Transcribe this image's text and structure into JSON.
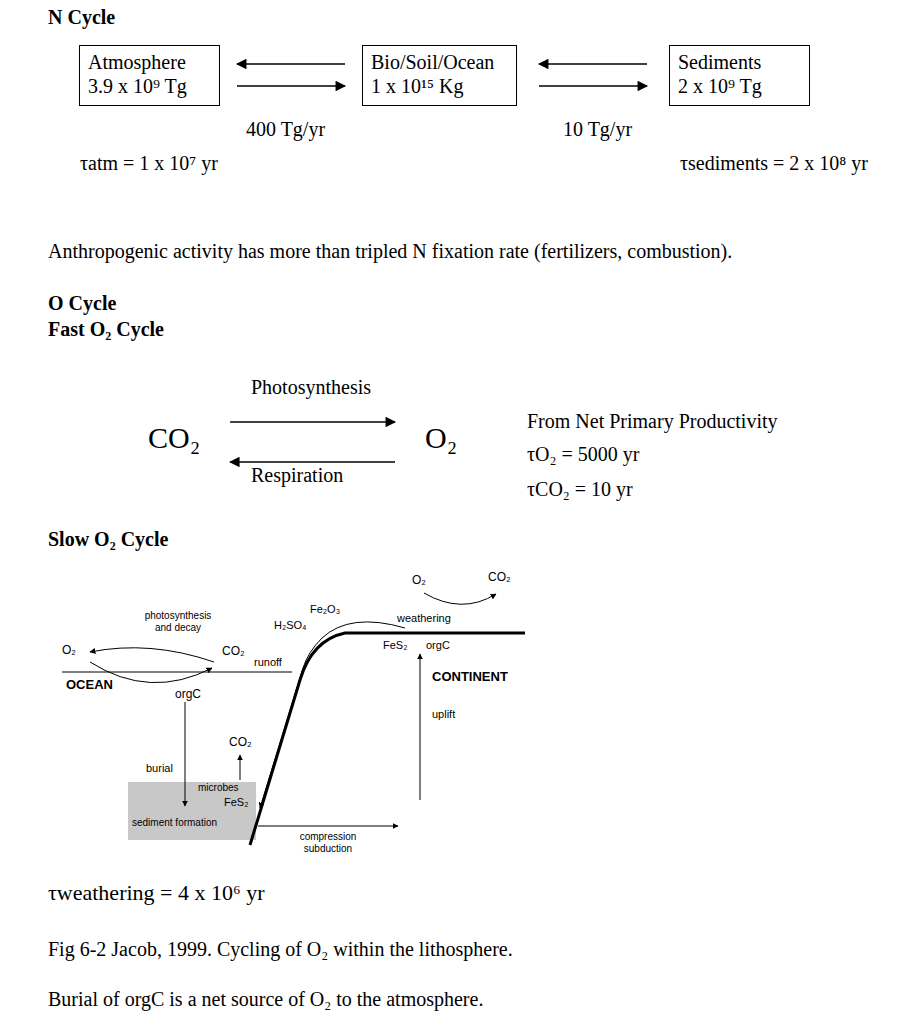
{
  "diagram": {
    "caption": "Fig 6-2 Jacob, 1999. Cycling of O₂ within the lithosphere.",
    "nodes": [
      {
        "text": [
          "Atmosphere",
          "3.9 x 10⁹ Tg"
        ]
      },
      {
        "text": [
          "Bio/Soil/Ocean",
          "1 x 10¹⁵ Kg"
        ]
      },
      {
        "text": [
          "Sediments",
          "2 x 10⁹ Tg"
        ]
      },
      {
        "text": [
          "CO₂"
        ]
      },
      {
        "text": [
          "O₂"
        ]
      }
    ],
    "edges": [
      {
        "from": 1,
        "to": 0,
        "arrow": "to"
      },
      {
        "from": 0,
        "to": 1,
        "label": "400 Tg/yr",
        "arrow": "to"
      },
      {
        "from": 2,
        "to": 1,
        "arrow": "to"
      },
      {
        "from": 1,
        "to": 2,
        "label": "10 Tg/yr",
        "arrow": "to"
      },
      {
        "from": 3,
        "to": 4,
        "label": "Photosynthesis",
        "arrow": "to"
      },
      {
        "from": 4,
        "to": 3,
        "label": "Respiration",
        "arrow": "to"
      }
    ],
    "labels": [
      "N Cycle",
      "τatm = 1 x 10⁷ yr",
      "τsediments = 2 x 10⁸ yr",
      "Anthropogenic activity has more than tripled N fixation rate (fertilizers, combustion).",
      "O Cycle",
      "Fast O₂ Cycle",
      "From Net Primary Productivity",
      "τO₂ = 5000 yr",
      "τCO₂ = 10 yr",
      "Slow O₂ Cycle",
      "O₂",
      "photosynthesis and decay",
      "CO₂",
      "OCEAN",
      "orgC",
      "CO₂",
      "burial",
      "microbes",
      "FeS₂",
      "sediment formation",
      "runoff",
      "H₂SO₄",
      "Fe₂O₃",
      "O₂",
      "CO₂",
      "weathering",
      "FeS₂",
      "orgC",
      "CONTINENT",
      "uplift",
      "compression subduction",
      "τweathering = 4 x 10⁶ yr",
      "Burial of orgC is a net source of O₂ to the atmosphere."
    ]
  }
}
